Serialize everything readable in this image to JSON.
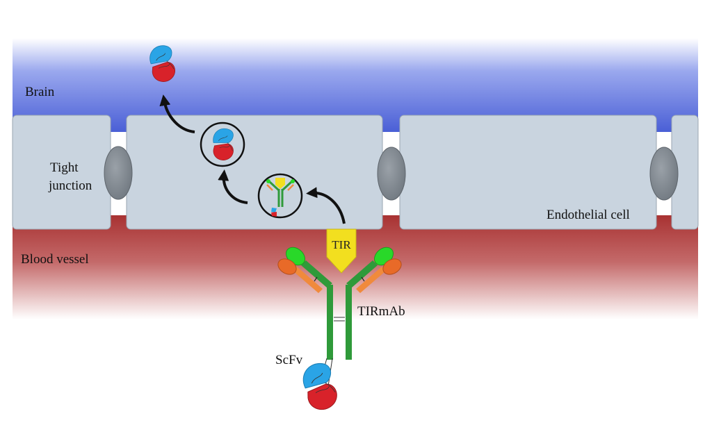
{
  "labels": {
    "brain": "Brain",
    "tight_junction_line1": "Tight",
    "tight_junction_line2": "junction",
    "endothelial_cell": "Endothelial cell",
    "blood_vessel": "Blood vessel",
    "receptor": "TIR",
    "antibody": "TIRmAb",
    "scfv": "ScFv"
  },
  "colors": {
    "brain": "#4a5fd6",
    "blood": "#a83232",
    "cell": "#c9d4df",
    "cell_border": "#9aa6b2",
    "tight_junction": "#7d858d",
    "receptor": "#f2df1f",
    "antibody_heavy": "#2f9a3a",
    "antibody_light": "#f08a3c",
    "variable_heavy": "#29d829",
    "variable_light": "#e86a28",
    "scfv_vh": "#2aa4e6",
    "scfv_vl": "#d8222a",
    "arrow": "#111111"
  }
}
